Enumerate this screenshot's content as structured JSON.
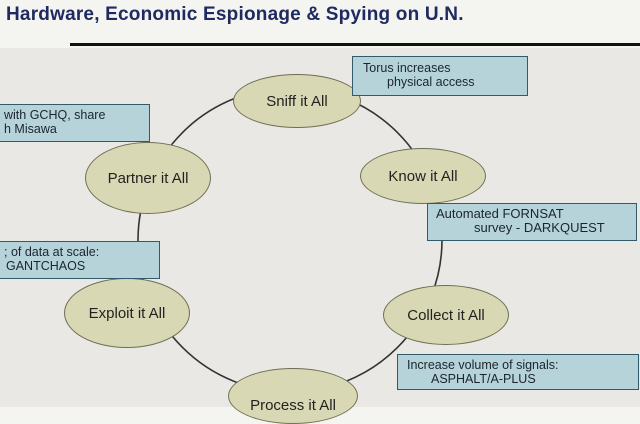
{
  "title": "Hardware, Economic Espionage & Spying on U.N.",
  "nodes": {
    "sniff": "Sniff it All",
    "know": "Know it All",
    "collect": "Collect it All",
    "process": "Process it All",
    "exploit": "Exploit it All",
    "partner": "Partner it All"
  },
  "callouts": {
    "sniff": [
      "Torus increases",
      "physical access"
    ],
    "know": [
      "Automated FORNSAT",
      "survey - DARKQUEST"
    ],
    "collect": [
      "Increase volume of signals:",
      "ASPHALT/A-PLUS"
    ],
    "exploit": [
      "; of data at scale:",
      "GANTCHAOS"
    ],
    "partner": [
      "with GCHQ, share",
      "h Misawa"
    ]
  }
}
